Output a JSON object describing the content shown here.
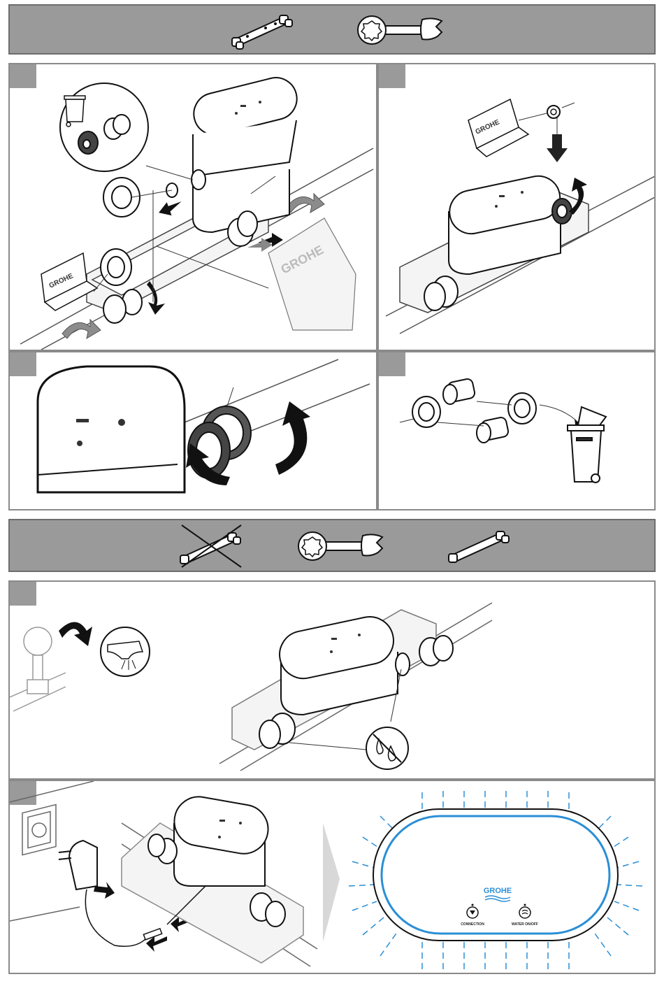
{
  "brand": {
    "name": "GROHE",
    "accent_color": "#2a8fd6"
  },
  "band_top": {
    "icons": [
      "mounting-bracket-icon",
      "open-end-wrench-icon"
    ]
  },
  "band_middle": {
    "icons": [
      "mounting-bracket-crossed-icon",
      "open-end-wrench-icon",
      "mounting-bracket-icon"
    ]
  },
  "panels": [
    {
      "id": "remove-protective-caps",
      "icons": [
        "trash-bin-icon",
        "end-cap-icon",
        "gasket-box-icon",
        "flow-arrow-icon"
      ]
    },
    {
      "id": "insert-gasket",
      "icons": [
        "gasket-box-icon",
        "rotate-arrow-icon"
      ]
    },
    {
      "id": "tighten-union-nut",
      "icons": [
        "rotate-arrow-icon"
      ]
    },
    {
      "id": "dispose-adapters",
      "icons": [
        "trash-bin-icon"
      ]
    },
    {
      "id": "open-valve-check-leaks",
      "icons": [
        "valve-wheel-icon",
        "tap-water-icon",
        "no-drips-icon"
      ]
    },
    {
      "id": "connect-power",
      "icons": [
        "wall-socket-icon",
        "power-adapter-icon",
        "arrow-icon"
      ]
    }
  ],
  "device_face": {
    "logo": "GROHE",
    "button_left_label": "CONNECTION",
    "button_right_label": "WATER ON/OFF",
    "glow_color": "#2a8fd6"
  }
}
